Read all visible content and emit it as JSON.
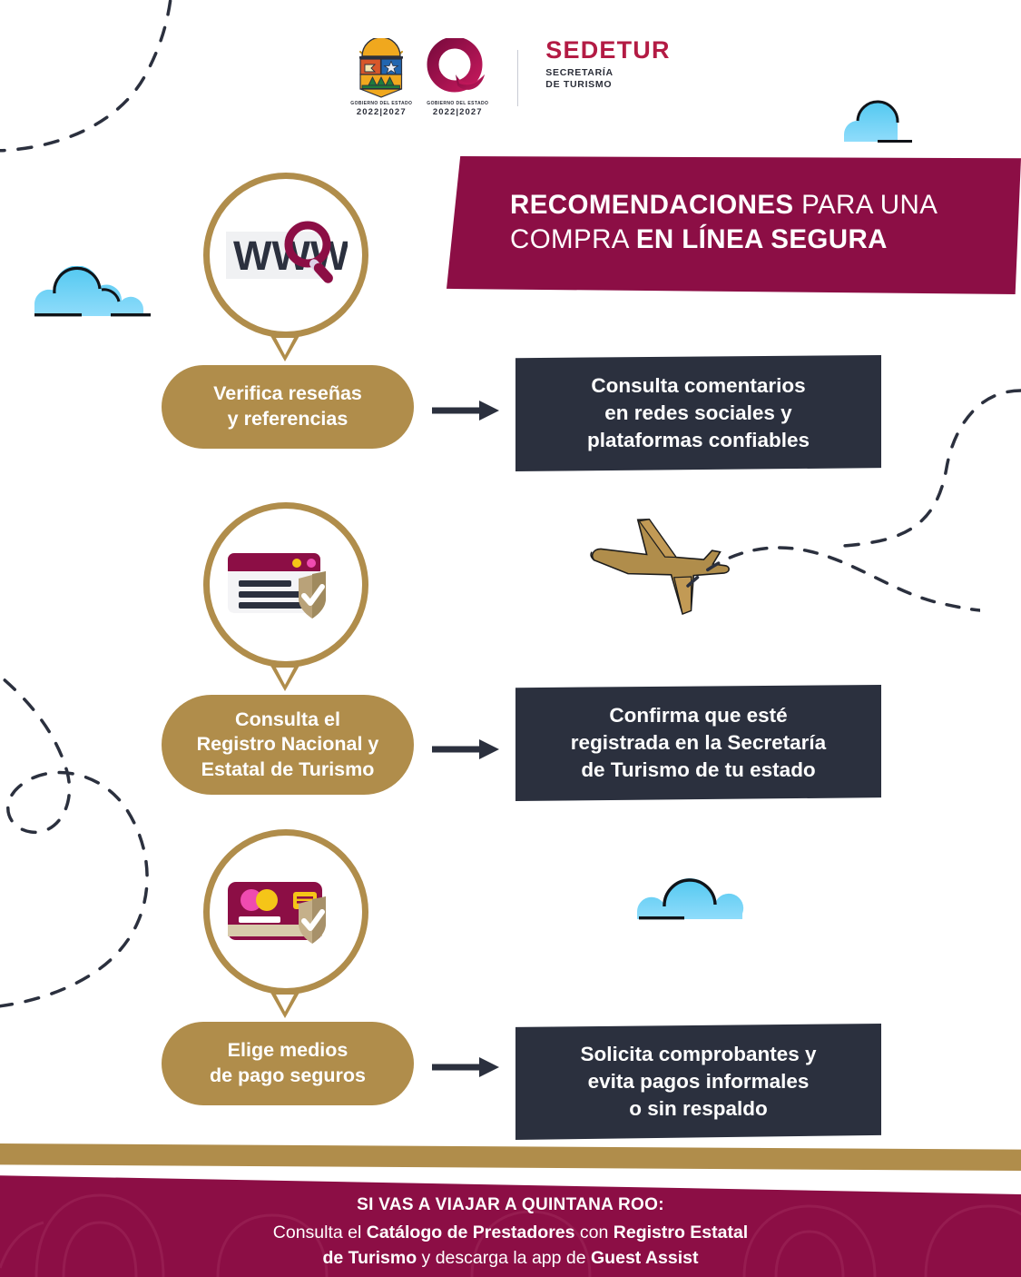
{
  "header": {
    "shield_icon": "quintana-roo-state-shield",
    "q_logo_icon": "quintana-roo-q-logo",
    "shield_caption_small": "GOBIERNO DEL ESTADO",
    "shield_caption_years": "2022|2027",
    "q_caption_small": "GOBIERNO DEL ESTADO",
    "q_caption_years": "2022|2027",
    "brand_name": "SEDETUR",
    "brand_sub_line1": "SECRETARÍA",
    "brand_sub_line2": "DE TURISMO"
  },
  "title": {
    "line1_bold": "RECOMENDACIONES",
    "line1_light": " PARA UNA",
    "line2_light": "COMPRA ",
    "line2_bold": "EN LÍNEA SEGURA"
  },
  "steps": [
    {
      "icon_name": "www-search-icon",
      "icon_label": "WWW",
      "pill_label": "Verifica reseñas\ny referencias",
      "arrow_name": "arrow-right-icon",
      "detail": "Consulta comentarios\nen redes sociales y\nplataformas confiables"
    },
    {
      "icon_name": "registered-document-shield-icon",
      "icon_label": "",
      "pill_label": "Consulta el\nRegistro Nacional y\nEstatal de Turismo",
      "arrow_name": "arrow-right-icon",
      "detail": "Confirma que esté\nregistrada en la Secretaría\nde Turismo de tu estado"
    },
    {
      "icon_name": "credit-card-shield-icon",
      "icon_label": "",
      "pill_label": "Elige medios\nde pago seguros",
      "arrow_name": "arrow-right-icon",
      "detail": "Solicita comprobantes y\nevita pagos informales\no sin respaldo"
    }
  ],
  "decor": {
    "cloud_top_right": "cloud-icon",
    "cloud_left": "cloud-icon",
    "cloud_middle": "cloud-icon",
    "airplane": "airplane-icon",
    "dashed_trail": "dashed-path",
    "dashed_loop_left": "dashed-loop-path",
    "dashed_curve_top_left": "dashed-curve-path"
  },
  "footer": {
    "heading": "SI VAS A VIAJAR A QUINTANA ROO:",
    "line2_a": "Consulta el ",
    "line2_b": "Catálogo de Prestadores",
    "line2_c": " con ",
    "line2_d": "Registro Estatal",
    "line3_a": "de Turismo",
    "line3_b": " y descarga la app de ",
    "line3_c": "Guest Assist"
  },
  "colors": {
    "magenta": "#8c0e45",
    "gold": "#b08d4b",
    "dark": "#2b303e",
    "crimson": "#b31b44",
    "cloud_blue": "#7ad0f5",
    "white": "#ffffff"
  }
}
